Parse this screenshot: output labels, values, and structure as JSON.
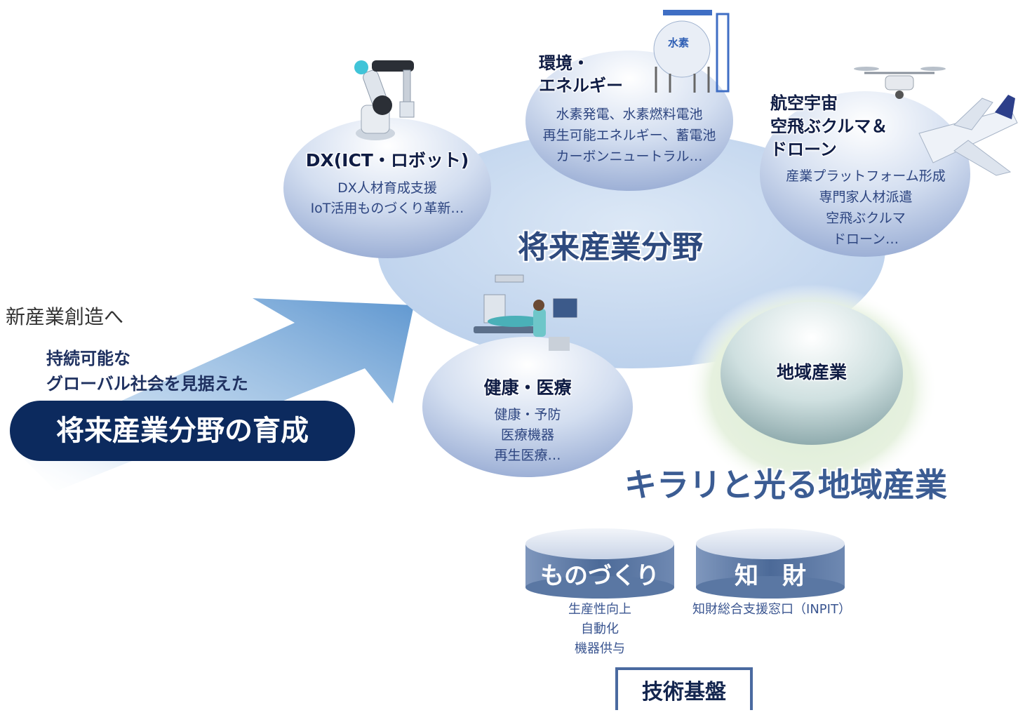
{
  "left_panel": {
    "heading": "新産業創造へ",
    "subheading_line1": "持続可能な",
    "subheading_line2": "グローバル社会を見据えた",
    "pill_label": "将来産業分野の育成"
  },
  "center_label": "将来産業分野",
  "bubbles": {
    "dx": {
      "title": "DX(ICT・ロボット)",
      "lines": [
        "DX人材育成支援",
        "IoT活用ものづくり革新…"
      ]
    },
    "energy": {
      "title_line1": "環境・",
      "title_line2": "エネルギー",
      "tank_label": "水素",
      "lines": [
        "水素発電、水素燃料電池",
        "再生可能エネルギー、蓄電池",
        "カーボンニュートラル…"
      ]
    },
    "aero": {
      "title_line1": "航空宇宙",
      "title_line2": "空飛ぶクルマ＆",
      "title_line3": "ドローン",
      "lines": [
        "産業プラットフォーム形成",
        "専門家人材派遣",
        "空飛ぶクルマ",
        "ドローン…"
      ]
    },
    "health": {
      "title": "健康・医療",
      "lines": [
        "健康・予防",
        "医療機器",
        "再生医療…"
      ]
    },
    "regional": {
      "title": "地域産業"
    }
  },
  "regional_label": "キラリと光る地域産業",
  "foundations": {
    "manufacturing": {
      "label": "ものづくり",
      "lines": [
        "生産性向上",
        "自動化",
        "機器供与"
      ]
    },
    "ip": {
      "label": "知　財",
      "lines": [
        "知財総合支援窓口（INPIT）"
      ]
    }
  },
  "base_label": "技術基盤",
  "colors": {
    "navy": "#0c2a5e",
    "accent": "#2e4a7e",
    "arrow": "#6fa2d4",
    "cylinder": "#4f6d9a"
  }
}
